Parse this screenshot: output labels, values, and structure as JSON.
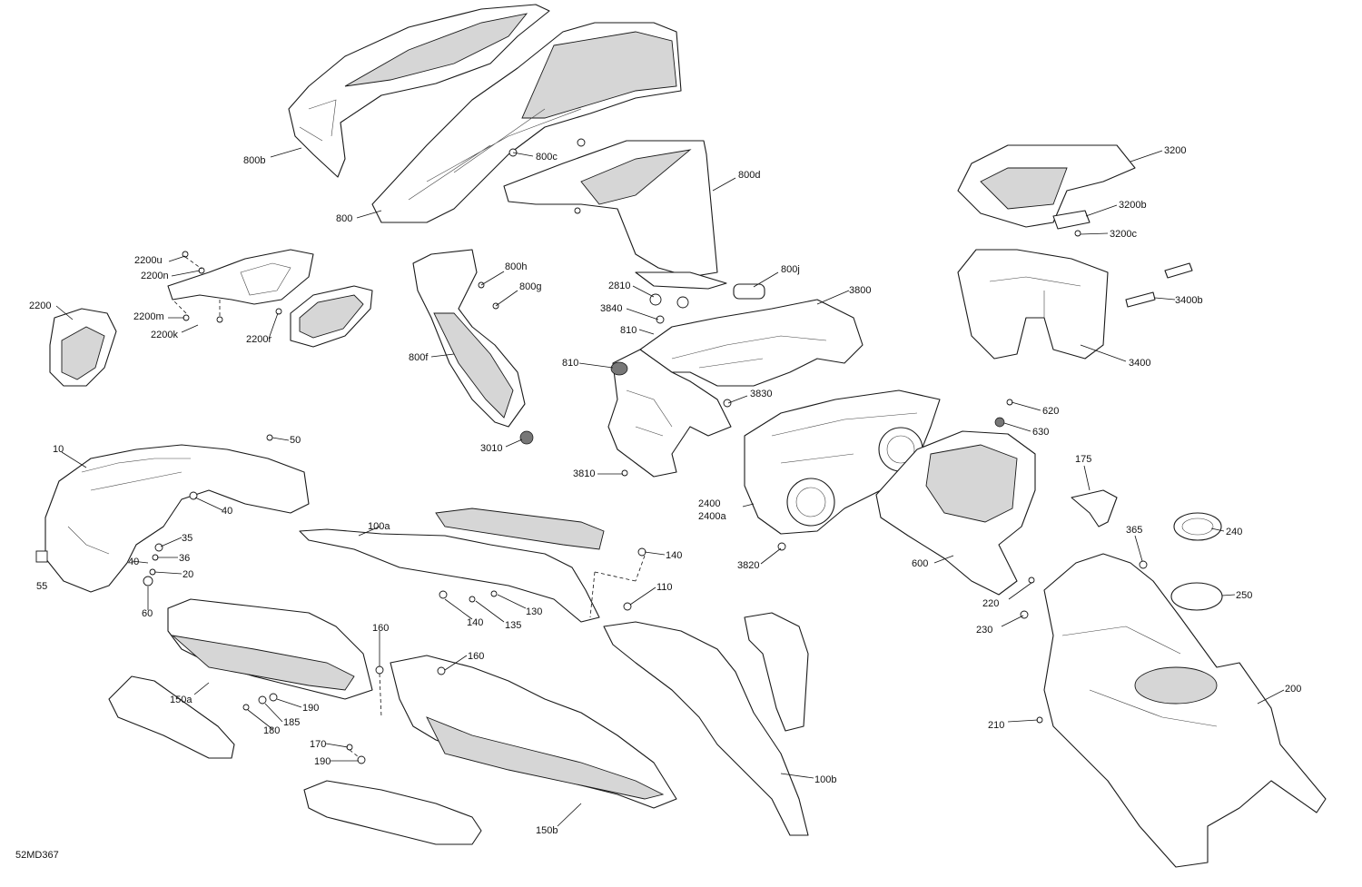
{
  "diagram": {
    "code": "52MD367",
    "labels": [
      "800b",
      "800c",
      "800d",
      "800",
      "800h",
      "800g",
      "800j",
      "800f",
      "3010",
      "2200u",
      "2200n",
      "2200",
      "2200m",
      "2200k",
      "2200r",
      "2810",
      "3840",
      "810",
      "810",
      "3800",
      "3830",
      "3810",
      "3200",
      "3200b",
      "3200c",
      "3400b",
      "3400",
      "620",
      "630",
      "175",
      "2400",
      "2400a",
      "3820",
      "600",
      "365",
      "240",
      "250",
      "220",
      "230",
      "200",
      "210",
      "10",
      "50",
      "40",
      "35",
      "36",
      "40",
      "20",
      "55",
      "60",
      "100a",
      "140",
      "130",
      "135",
      "140",
      "110",
      "100b",
      "150a",
      "160",
      "190",
      "185",
      "180",
      "170",
      "190",
      "160",
      "150b"
    ]
  }
}
